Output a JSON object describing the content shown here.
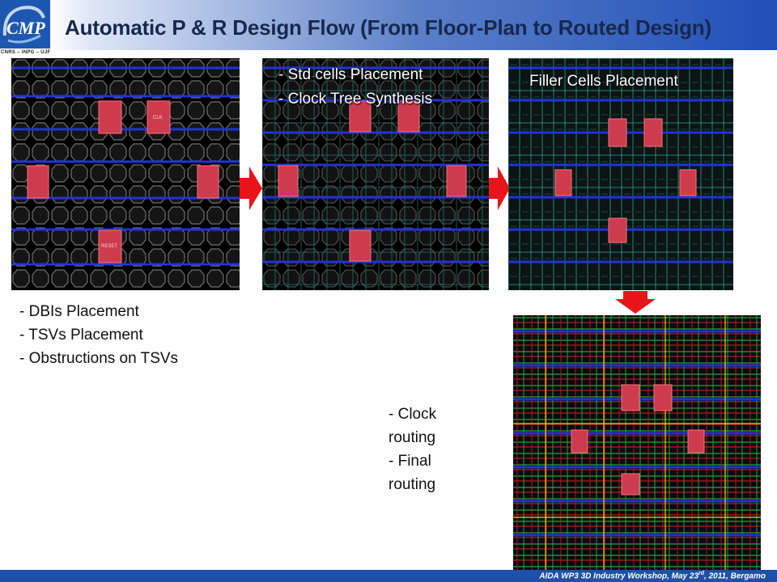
{
  "header": {
    "title": "Automatic P & R Design Flow (From Floor-Plan to Routed Design)",
    "logo_text": "CMP",
    "logo_caption": "CNRS – INPG – UJF"
  },
  "panels": {
    "floorplan": {
      "cell_labels": [
        "CLK",
        "RESET"
      ]
    },
    "placement": {
      "overlay_lines": [
        "- Std cells Placement",
        "- Clock Tree Synthesis"
      ]
    },
    "filler": {
      "overlay_title": "Filler Cells Placement"
    },
    "routed": {}
  },
  "annotations": {
    "floorplan_steps": [
      "- DBIs Placement",
      "- TSVs Placement",
      "- Obstructions on TSVs"
    ],
    "routing_steps": [
      "- Clock",
      "routing",
      "- Final",
      "routing"
    ]
  },
  "footer": {
    "text_before": "AIDA WP3 3D Industry Workshop, May 23",
    "superscript": "rd",
    "text_after": ", 2011, Bergamo"
  },
  "colors": {
    "arrow": "#e8141a",
    "tsv_cell": "#cc3b4e",
    "title": "#16284e",
    "footer_bar": "#1c50aa"
  }
}
